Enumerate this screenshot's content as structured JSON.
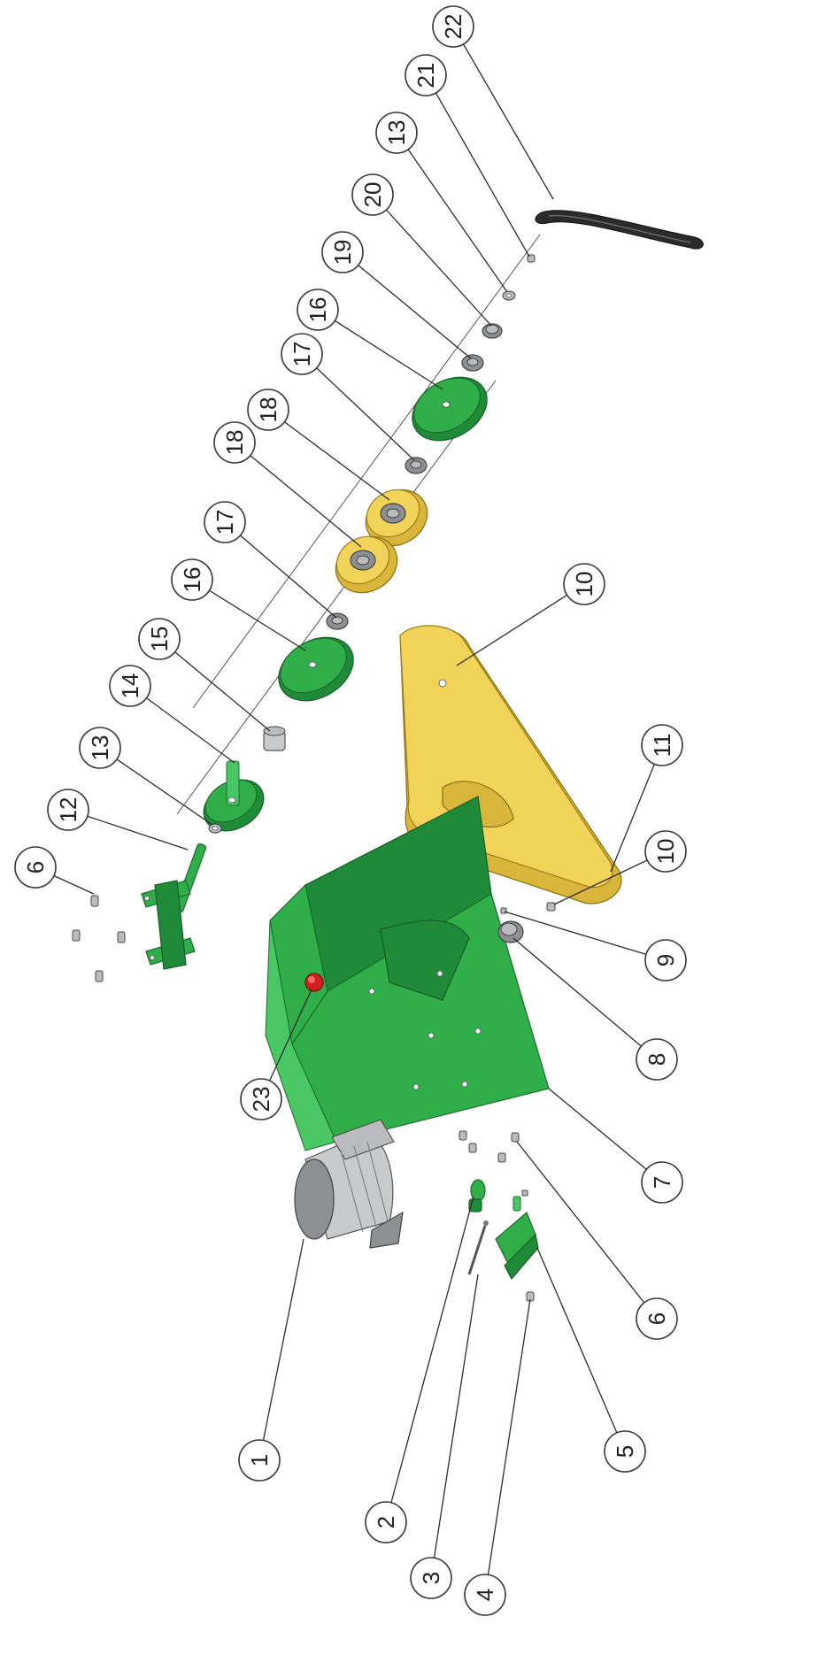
{
  "callouts": {
    "c1": "1",
    "c2": "2",
    "c3": "3",
    "c4": "4",
    "c5": "5",
    "c6a": "6",
    "c6b": "6",
    "c7": "7",
    "c8": "8",
    "c9": "9",
    "c10a": "10",
    "c10b": "10",
    "c11": "11",
    "c12": "12",
    "c13a": "13",
    "c13b": "13",
    "c14": "14",
    "c15": "15",
    "c16a": "16",
    "c16b": "16",
    "c17a": "17",
    "c17b": "17",
    "c18a": "18",
    "c18b": "18",
    "c19": "19",
    "c20": "20",
    "c21": "21",
    "c22": "22",
    "c23": "23"
  },
  "colors": {
    "frame_green": "#2fae4a",
    "guard_yellow": "#f1d35a",
    "motor_grey": "#c9cacc",
    "belt_black": "#2b2b2b",
    "switch_red": "#d21f1f"
  }
}
